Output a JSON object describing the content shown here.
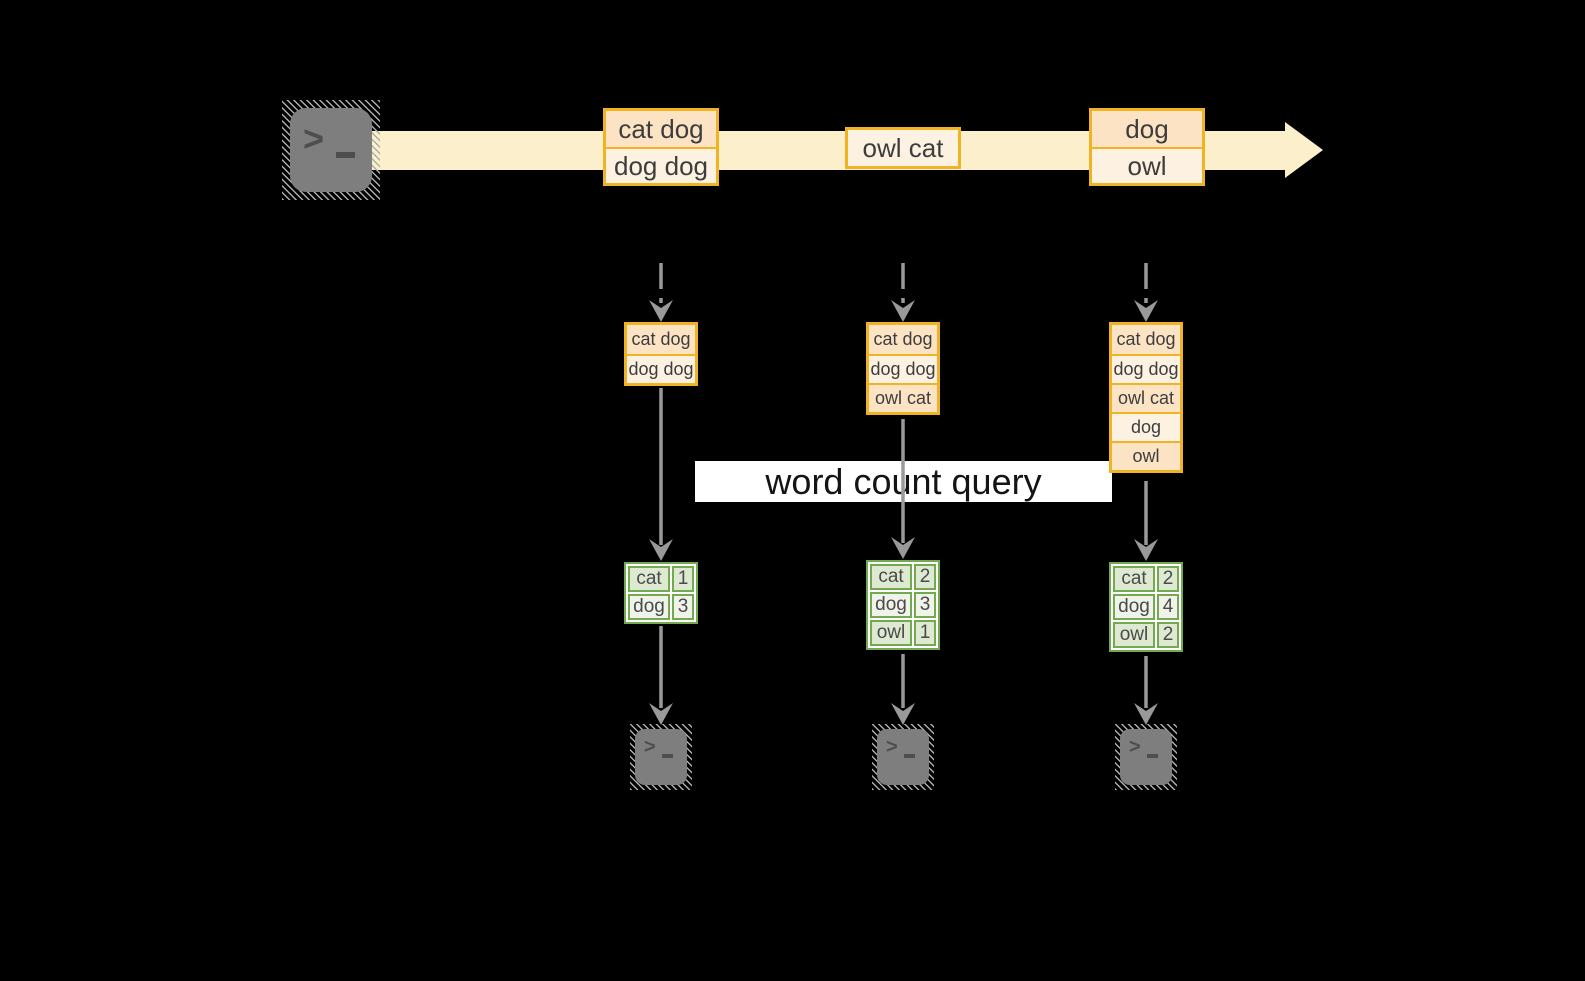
{
  "colors": {
    "background": "#000000",
    "gold-border": "#F0B323",
    "peach-fill": "#FBE3C4",
    "cream-fill": "#FDF2E1",
    "band-fill": "#FCEFCB",
    "green-border": "#73AA4F",
    "green-row-a": "#DEE9D2",
    "green-row-b": "#EFF3E9",
    "arrow-gray": "#999999",
    "icon-gray": "#7E7E7E",
    "icon-hatch": "#ADADAD",
    "text-dark": "#3D3D3D",
    "query-bg": "#FFFFFF",
    "query-text": "#141414"
  },
  "icons": {
    "source": "terminal-icon",
    "sink": "terminal-icon",
    "prompt_glyph": ">"
  },
  "query_label": "word count query",
  "stream": {
    "batches": [
      {
        "items": [
          "cat dog",
          "dog dog"
        ]
      },
      {
        "items": [
          "owl cat"
        ]
      },
      {
        "items": [
          "dog",
          "owl"
        ]
      }
    ]
  },
  "columns": [
    {
      "stack": [
        "cat dog",
        "dog dog"
      ],
      "result": [
        {
          "word": "cat",
          "count": "1"
        },
        {
          "word": "dog",
          "count": "3"
        }
      ]
    },
    {
      "stack": [
        "cat dog",
        "dog dog",
        "owl cat"
      ],
      "result": [
        {
          "word": "cat",
          "count": "2"
        },
        {
          "word": "dog",
          "count": "3"
        },
        {
          "word": "owl",
          "count": "1"
        }
      ]
    },
    {
      "stack": [
        "cat dog",
        "dog dog",
        "owl cat",
        "dog",
        "owl"
      ],
      "result": [
        {
          "word": "cat",
          "count": "2"
        },
        {
          "word": "dog",
          "count": "4"
        },
        {
          "word": "owl",
          "count": "2"
        }
      ]
    }
  ]
}
